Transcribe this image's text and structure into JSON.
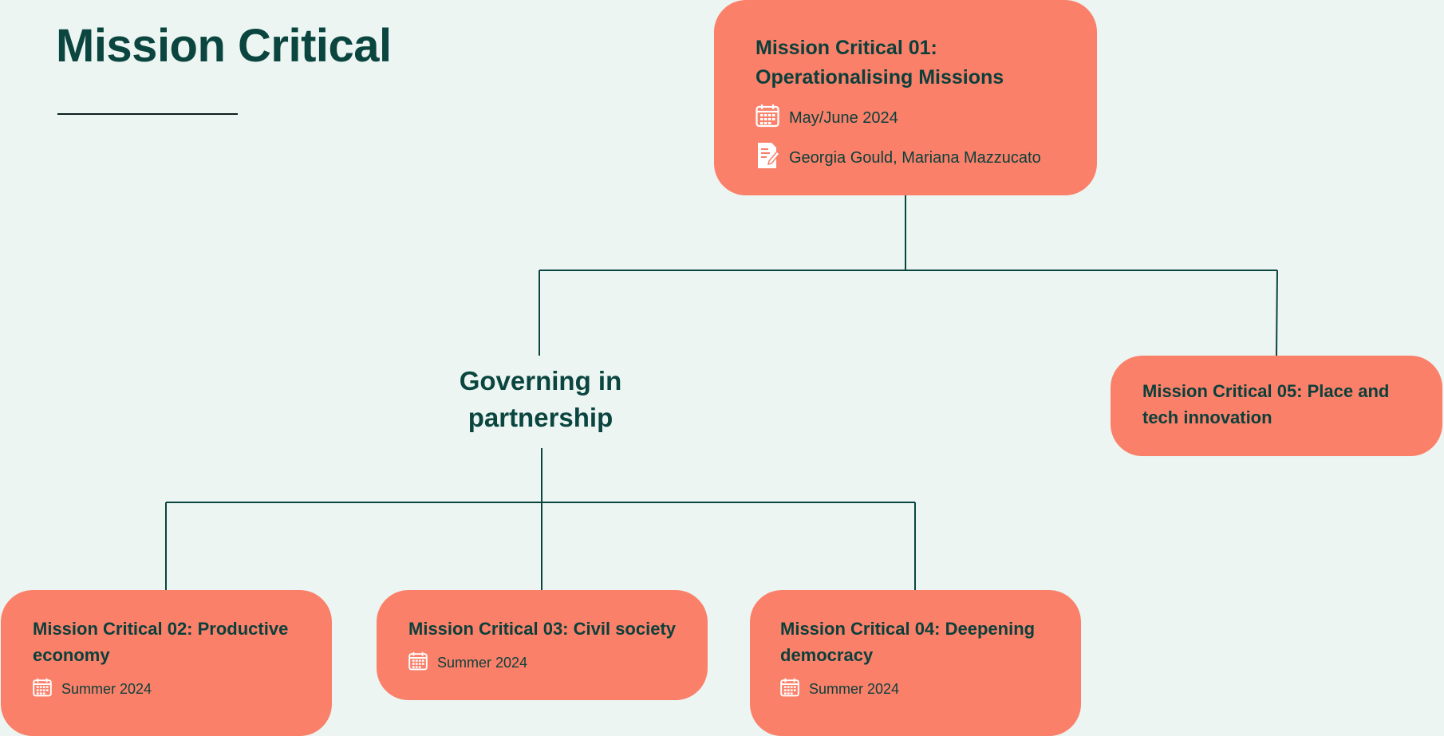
{
  "page": {
    "title": "Mission Critical",
    "background_color": "#ECF5F1",
    "card_color": "#FA806A",
    "line_color": "#0B4540"
  },
  "cards": {
    "mc01": {
      "title_line1": "Mission Critical 01:",
      "title_line2": "Operationalising Missions",
      "date": "May/June 2024",
      "authors": "Georgia Gould, Mariana Mazzucato",
      "date_icon": "calendar-icon",
      "authors_icon": "document-edit-icon"
    },
    "mc02": {
      "title_line1": "Mission Critical 02: Productive",
      "title_line2": "economy",
      "date": "Summer 2024",
      "date_icon": "calendar-icon"
    },
    "mc03": {
      "title": "Mission Critical 03: Civil society",
      "date": "Summer 2024",
      "date_icon": "calendar-icon"
    },
    "mc04": {
      "title_line1": "Mission Critical 04: Deepening",
      "title_line2": "democracy",
      "date": "Summer 2024",
      "date_icon": "calendar-icon"
    },
    "mc05": {
      "title_line1": "Mission Critical 05: Place and",
      "title_line2": "tech innovation"
    }
  },
  "group": {
    "label_line1": "Governing in",
    "label_line2": "partnership"
  }
}
